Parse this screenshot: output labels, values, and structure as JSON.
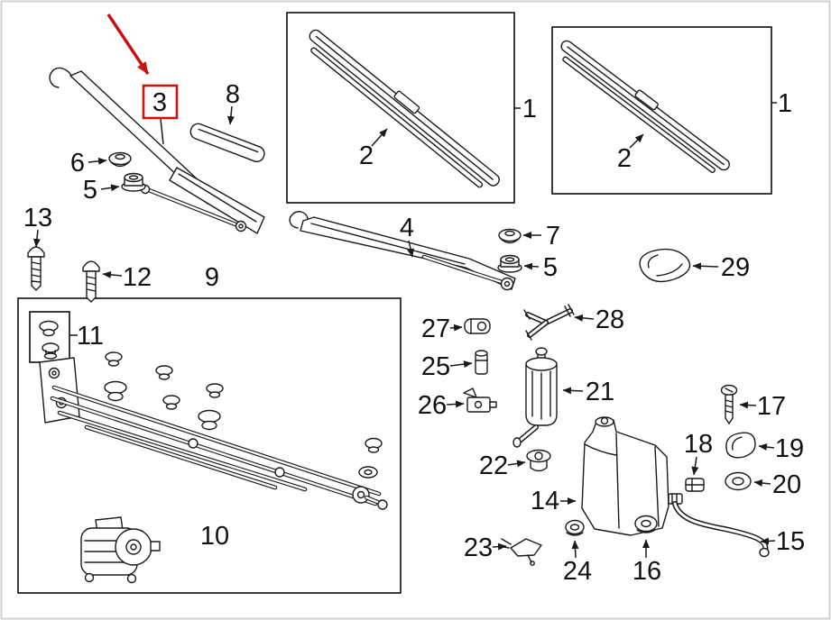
{
  "figure": {
    "type": "exploded-parts-diagram",
    "subject": "windshield wiper and washer system",
    "background": "#ffffff",
    "line_color": "#1a1a1a",
    "highlight_color": "#cc1111",
    "frame_color": "#d0d0d0",
    "highlighted_part": "3"
  },
  "callouts": [
    {
      "label": "1",
      "part": "blade-set-box-left"
    },
    {
      "label": "2",
      "part": "wiper-blade-left"
    },
    {
      "label": "1",
      "part": "blade-set-box-right"
    },
    {
      "label": "2",
      "part": "wiper-blade-right"
    },
    {
      "label": "3",
      "part": "wiper-arm-driver-side",
      "highlighted": true
    },
    {
      "label": "8",
      "part": "wiper-arm-cover"
    },
    {
      "label": "6",
      "part": "cap-nut-cover"
    },
    {
      "label": "5",
      "part": "hex-nut"
    },
    {
      "label": "13",
      "part": "bolt"
    },
    {
      "label": "12",
      "part": "bolt"
    },
    {
      "label": "9",
      "part": "linkage-group-box"
    },
    {
      "label": "11",
      "part": "bushing-kit"
    },
    {
      "label": "10",
      "part": "wiper-linkage-with-motor"
    },
    {
      "label": "4",
      "part": "wiper-arm-passenger-side"
    },
    {
      "label": "7",
      "part": "cap-nut-cover"
    },
    {
      "label": "5",
      "part": "hex-nut"
    },
    {
      "label": "29",
      "part": "cover-cap"
    },
    {
      "label": "27",
      "part": "hose-clip"
    },
    {
      "label": "28",
      "part": "hose-y-connector"
    },
    {
      "label": "25",
      "part": "joint-piece"
    },
    {
      "label": "26",
      "part": "check-valve"
    },
    {
      "label": "21",
      "part": "washer-pump"
    },
    {
      "label": "17",
      "part": "screw"
    },
    {
      "label": "18",
      "part": "retainer-clip"
    },
    {
      "label": "19",
      "part": "cover-cap"
    },
    {
      "label": "20",
      "part": "grommet"
    },
    {
      "label": "22",
      "part": "grommet"
    },
    {
      "label": "14",
      "part": "washer-fluid-reservoir"
    },
    {
      "label": "23",
      "part": "washer-nozzle"
    },
    {
      "label": "24",
      "part": "seal-grommet"
    },
    {
      "label": "16",
      "part": "grommet"
    },
    {
      "label": "15",
      "part": "washer-hose"
    }
  ]
}
